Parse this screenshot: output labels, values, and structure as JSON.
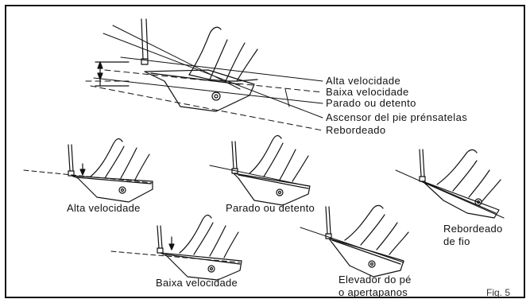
{
  "figure": {
    "caption": "Fig. 5",
    "main_labels": [
      "Alta velocidade",
      "Baixa velocidade",
      "Parado ou detento",
      "Ascensor del pie prénsatelas",
      "Rebordeado"
    ],
    "panels": [
      {
        "label": "Alta velocidade"
      },
      {
        "label": "Parado ou detento"
      },
      {
        "label_line1": "Rebordeado",
        "label_line2": "de fio"
      },
      {
        "label": "Baixa velocidade"
      },
      {
        "label_line1": "Elevador do pé",
        "label_line2": "o apertapanos"
      }
    ]
  }
}
